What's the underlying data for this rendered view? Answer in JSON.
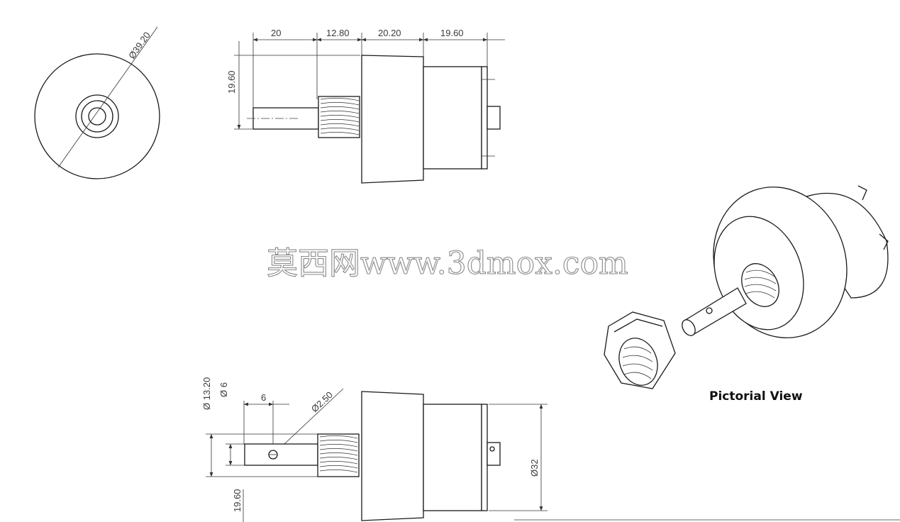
{
  "front_view": {
    "dim_outer_diameter": "Ø39.20"
  },
  "side_view_top": {
    "dim_shaft_length": "20",
    "dim_thread_length": "12.80",
    "dim_body_length": "20.20",
    "dim_rear_length": "19.60",
    "dim_height": "19.60"
  },
  "side_view_bottom": {
    "dim_thread_diameter": "Ø 13.20",
    "dim_shaft_diameter": "Ø 6",
    "dim_hole_offset": "6",
    "dim_hole_diameter": "Ø2.50",
    "dim_body_diameter": "Ø32",
    "dim_lower_height": "19.60"
  },
  "pictorial": {
    "caption": "Pictorial View"
  },
  "watermark": {
    "text": "莫西网www.3dmox.com"
  }
}
